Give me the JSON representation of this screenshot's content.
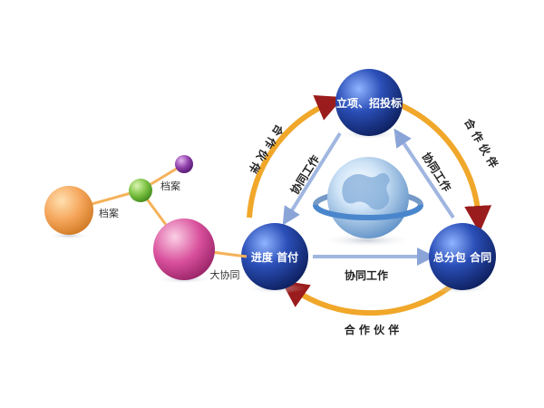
{
  "nodes": {
    "top": "立项、招投标",
    "left": "进度 首付",
    "right": "总分包 合同"
  },
  "inner_labels": {
    "left": "协同工作",
    "right": "协同工作",
    "bottom": "协同工作"
  },
  "outer_labels": {
    "left": "合 作 伙 伴",
    "right": "合 作 伙 伴",
    "bottom": "合 作 伙 伴"
  },
  "side_labels": {
    "archive_small": "档案",
    "archive_large": "档案",
    "big_collab": "大协同"
  },
  "colors": {
    "node_blue": "#1e3a8a",
    "ring_orange": "#f0a72a",
    "arrow_red": "#9b1c1c",
    "inner_arrow": "#9fb6e0",
    "ball_orange": "#f5a55a",
    "ball_green": "#7bc142",
    "ball_purple": "#8e3fa8",
    "ball_pink": "#d9509c"
  }
}
